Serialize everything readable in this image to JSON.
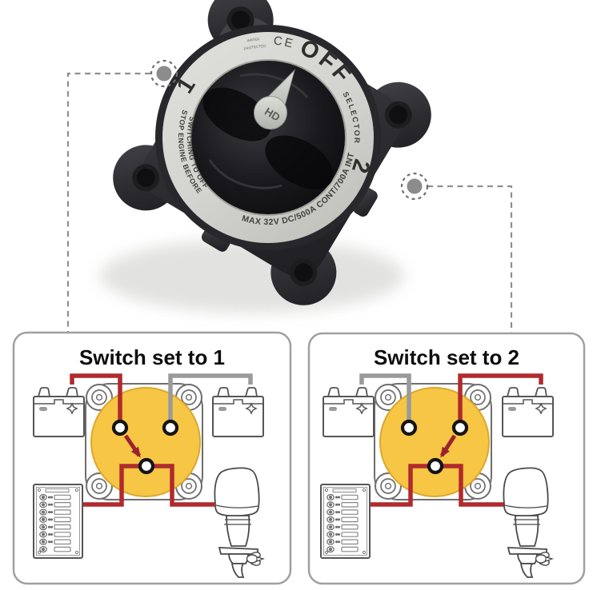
{
  "product_photo": {
    "dial_labels": {
      "off": "OFF",
      "position_1": "1",
      "position_2": "2",
      "selector": "SELECTOR",
      "knob": "HD",
      "ce_mark": "CE",
      "small_print_line1": "WATER",
      "small_print_line2": "PROTECTED",
      "warning_outer": "STOP ENGINE BEFORE",
      "warning_inner": "SWITCHING TO OFF",
      "rating": "MAX 32V DC/500A CONT/700A INT"
    }
  },
  "diagram_panels": [
    {
      "title": "Switch set to 1",
      "active_position": "1"
    },
    {
      "title": "Switch set to 2",
      "active_position": "2"
    }
  ],
  "colors": {
    "hot_wire_red": "#b02a2e",
    "neutral_wire_gray": "#9a9a9c",
    "switch_body_yellow": "#f6c644",
    "switch_yellow_edge": "#dca82e",
    "arrow_red": "#9c2130",
    "callout_gray": "#8c8c8c"
  }
}
